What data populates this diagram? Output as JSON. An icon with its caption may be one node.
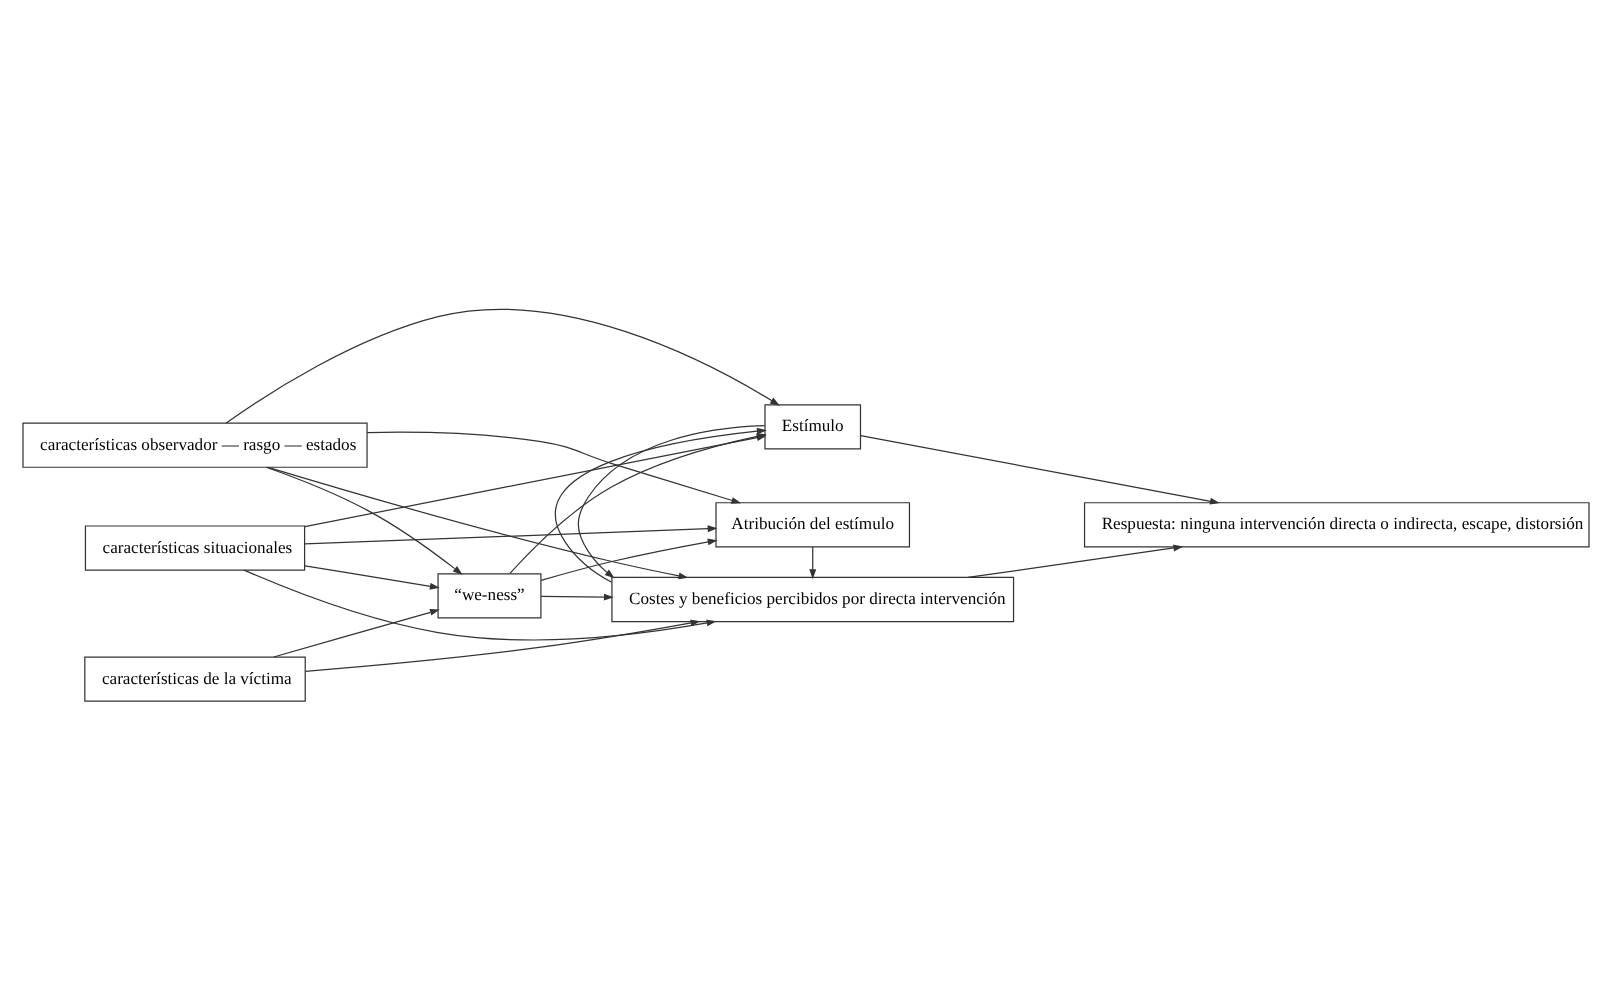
{
  "diagram": {
    "nodes": [
      {
        "text": [
          "características situacionales"
        ]
      },
      {
        "text": [
          "Estímulo"
        ]
      },
      {
        "text": [
          "Atribución del estímulo"
        ]
      },
      {
        "text": [
          "características observador — rasgo — estados"
        ]
      },
      {
        "text": [
          "Respuesta: ninguna intervención directa o indirecta, escape, distorsión"
        ]
      },
      {
        "text": [
          "“we-ness”"
        ]
      },
      {
        "text": [
          "Costes y beneficios percibidos por directa intervención"
        ]
      },
      {
        "text": [
          "características de la víctima"
        ]
      }
    ],
    "edges": [
      {
        "from": 0,
        "to": 1,
        "arrow": "to"
      },
      {
        "from": 0,
        "to": 2,
        "arrow": "to"
      },
      {
        "from": 0,
        "to": 6,
        "arrow": "to"
      },
      {
        "from": 0,
        "to": 5,
        "arrow": "to"
      },
      {
        "from": 3,
        "to": 1,
        "arrow": "to"
      },
      {
        "from": 3,
        "to": 2,
        "arrow": "to"
      },
      {
        "from": 3,
        "to": 6,
        "arrow": "to"
      },
      {
        "from": 3,
        "to": 5,
        "arrow": "to"
      },
      {
        "from": 7,
        "to": 5,
        "arrow": "to"
      },
      {
        "from": 7,
        "to": 6,
        "arrow": "to"
      },
      {
        "from": 5,
        "to": 1,
        "arrow": "to"
      },
      {
        "from": 5,
        "to": 2,
        "arrow": "to"
      },
      {
        "from": 5,
        "to": 6,
        "arrow": "to"
      },
      {
        "from": 2,
        "to": 6,
        "arrow": "to"
      },
      {
        "from": 1,
        "to": 6,
        "arrow": "to"
      },
      {
        "from": 6,
        "to": 1,
        "arrow": "to"
      },
      {
        "from": 1,
        "to": 4,
        "arrow": "to"
      },
      {
        "from": 6,
        "to": 4,
        "arrow": "to"
      }
    ]
  }
}
